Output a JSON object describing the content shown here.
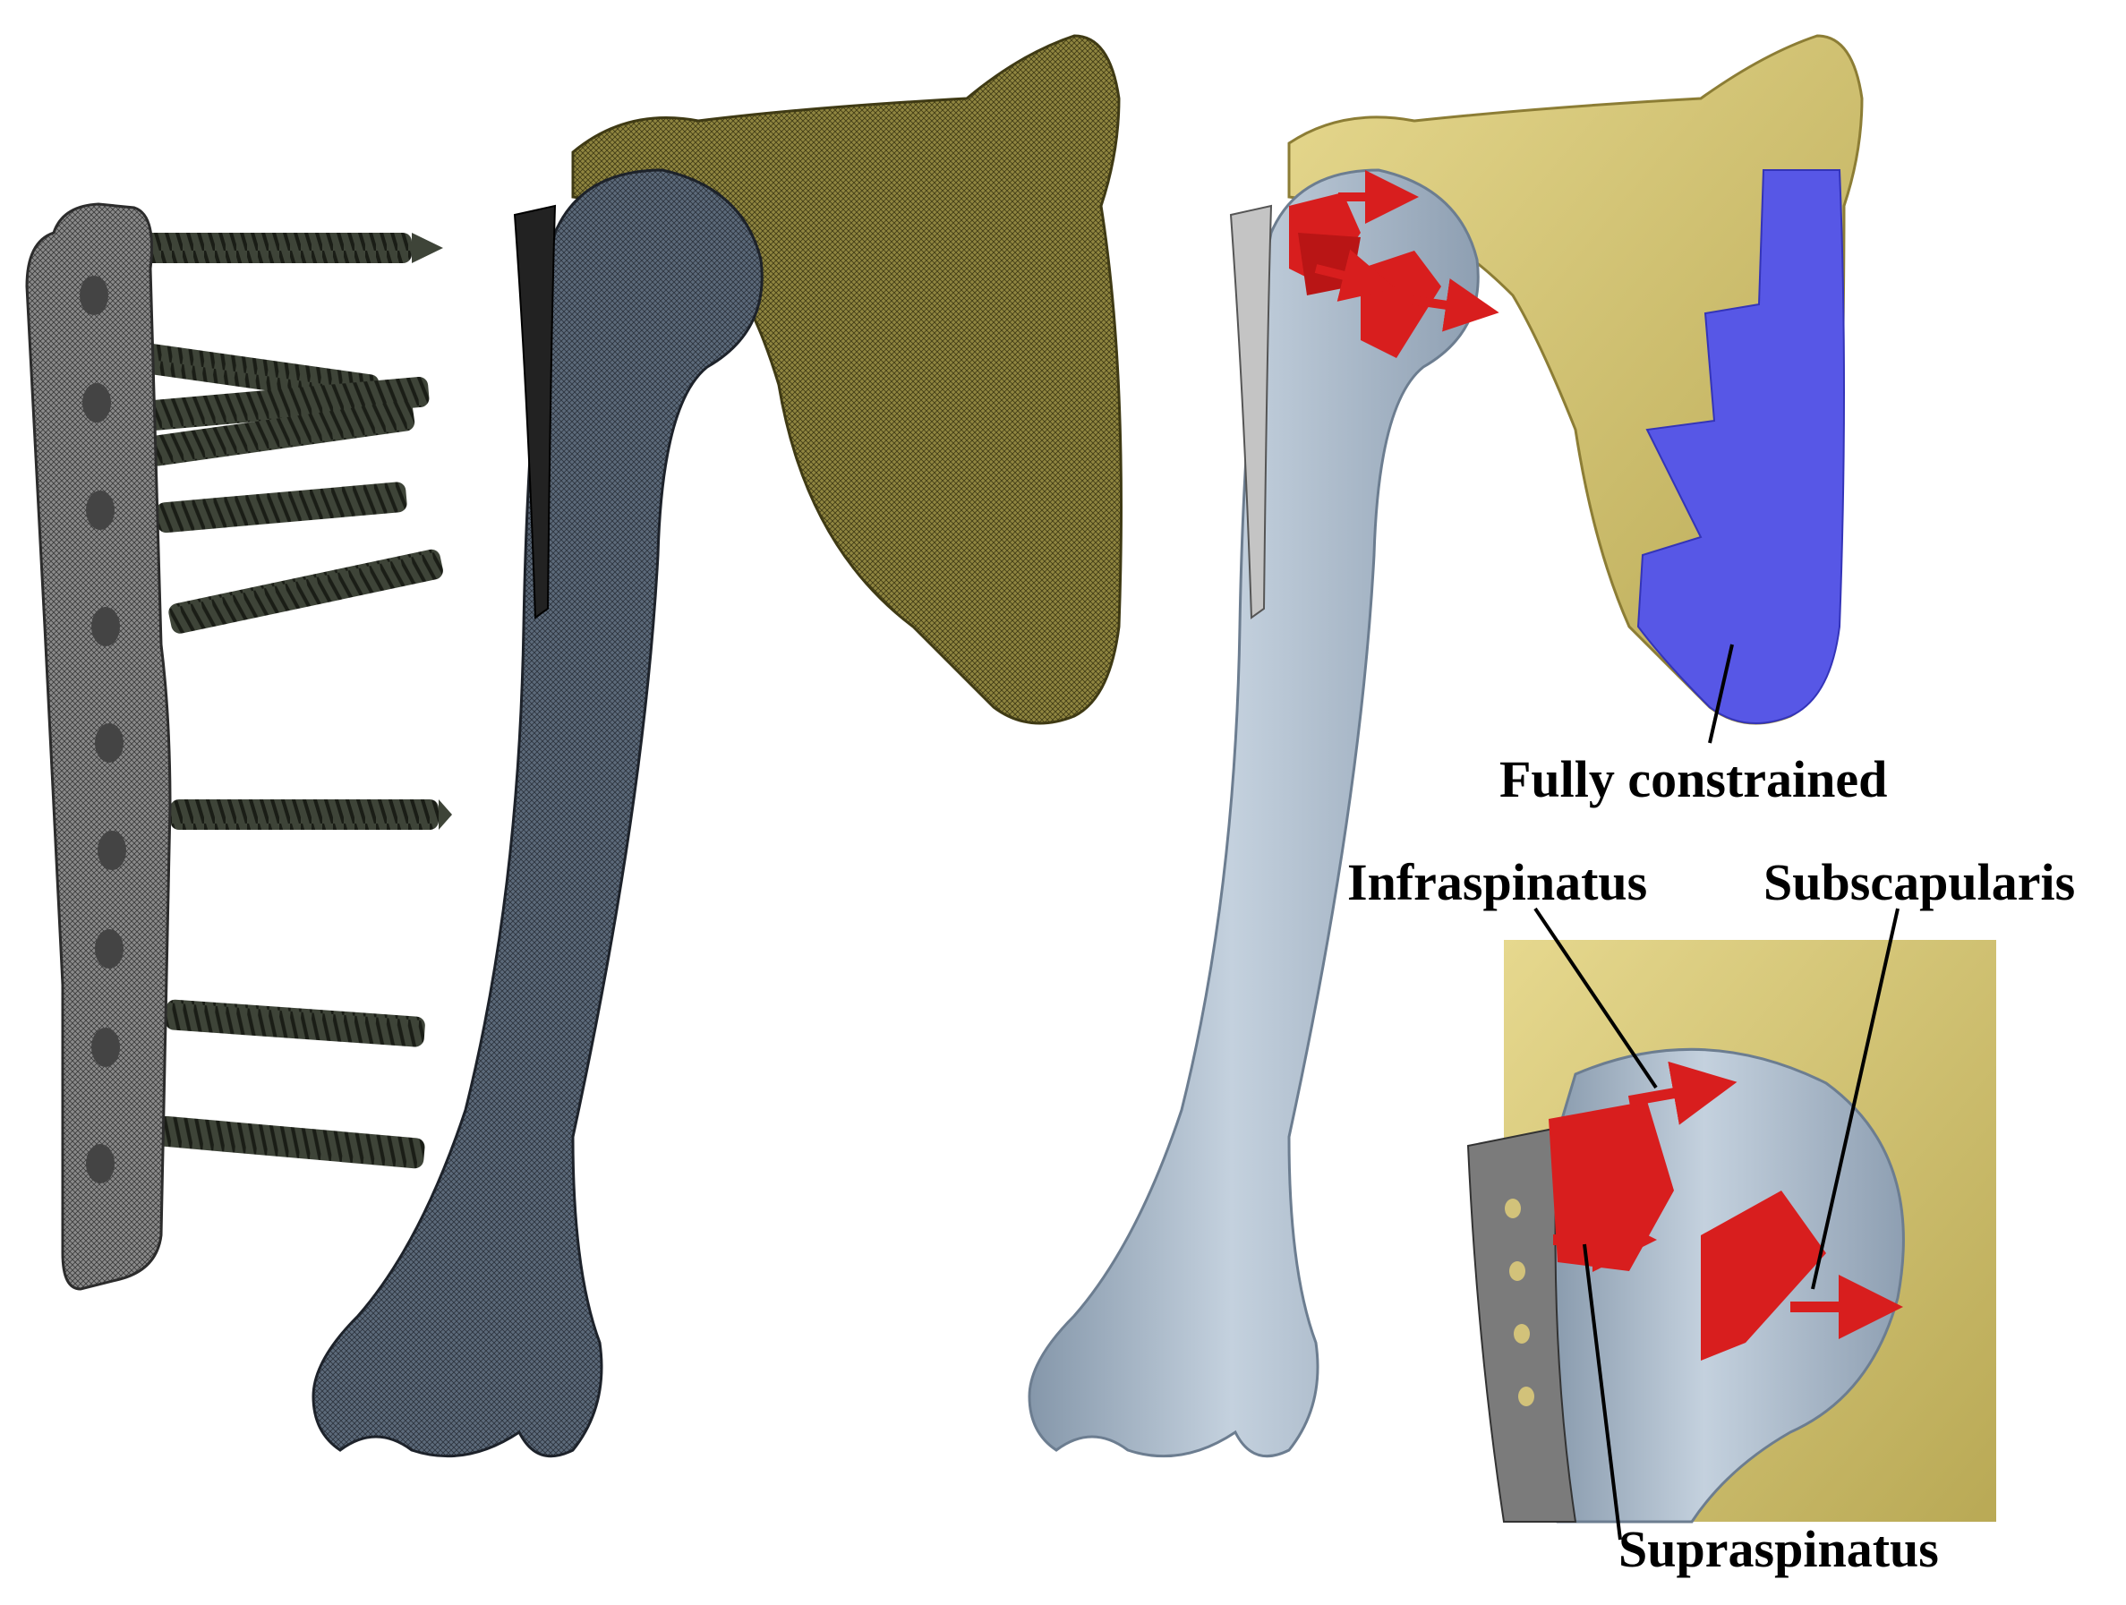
{
  "labels": {
    "fully_constrained": "Fully constrained",
    "infraspinatus": "Infraspinatus",
    "subscapularis": "Subscapularis",
    "supraspinatus": "Supraspinatus"
  },
  "colors": {
    "background": "#ffffff",
    "mesh_plate": "#7d7d7d",
    "mesh_screw": "#3e4438",
    "mesh_humerus": "#5c6a7a",
    "mesh_scapula": "#8f8540",
    "humerus": "#a9b8c8",
    "scapula": "#d8c87a",
    "constraint_region": "#5757e6",
    "muscle_load": "#d81e1e",
    "plate_metal": "#c4c4c4"
  }
}
